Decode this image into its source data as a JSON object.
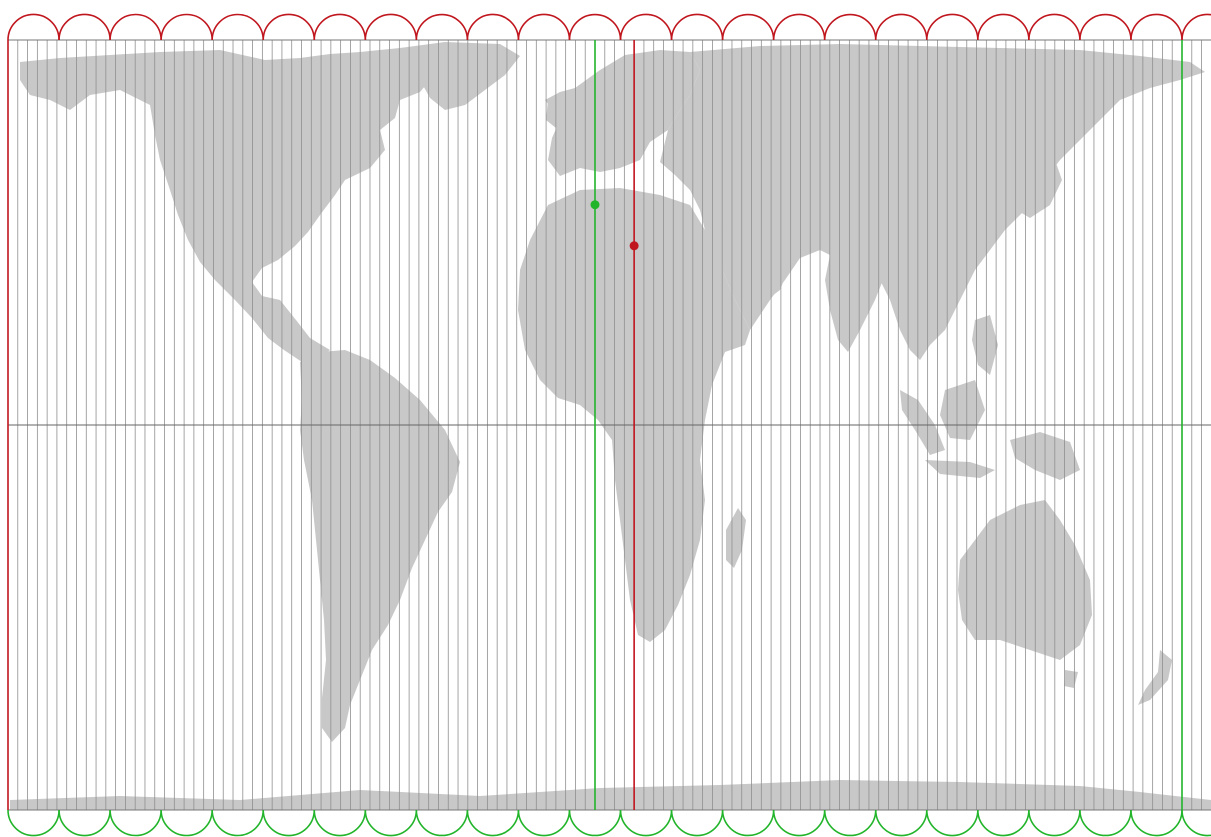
{
  "map": {
    "projection": "equirectangular",
    "lon_range": [
      -180,
      180
    ],
    "lat_range": [
      -90,
      90
    ],
    "gridline_spacing_deg": 3,
    "colors": {
      "background": "#ffffff",
      "land": "#c8c8c8",
      "gridline": "#8f8f8f",
      "equator": "#666666",
      "frame": "#777777",
      "red": "#c0161e",
      "green": "#22b42a"
    }
  },
  "red_meridians": [
    {
      "lon": -180
    },
    {
      "lon": 12
    }
  ],
  "green_meridians": [
    {
      "lon": 0
    },
    {
      "lon": 180
    }
  ],
  "markers": [
    {
      "name": "green-marker",
      "lon": 0,
      "lat": 51.5,
      "color": "#22b42a"
    },
    {
      "name": "red-marker",
      "lon": 12,
      "lat": 41.9,
      "color": "#c0161e"
    }
  ],
  "edge_arcs": {
    "top": {
      "color": "#c0161e",
      "count": 24
    },
    "bottom": {
      "color": "#22b42a",
      "count": 24
    }
  }
}
